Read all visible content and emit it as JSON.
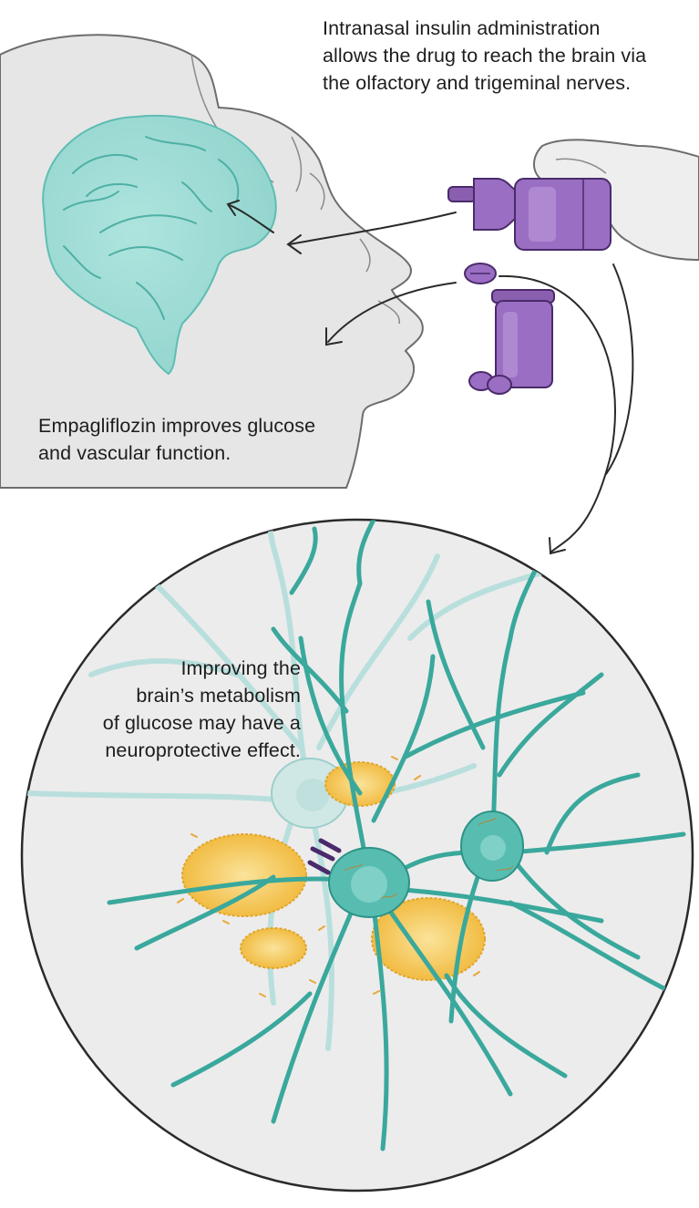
{
  "captions": {
    "insulin": {
      "line1": "Intranasal insulin administration",
      "line2": "allows the drug to reach the brain via",
      "line3": "the olfactory and trigeminal nerves."
    },
    "empagliflozin": {
      "line1": "Empagliflozin improves glucose",
      "line2": "and vascular function."
    },
    "neuro": {
      "line1": "Improving the",
      "line2": "brain’s metabolism",
      "line3": "of glucose may have a",
      "line4": "neuroprotective effect."
    }
  },
  "colors": {
    "brain": "#9fdcd6",
    "neuron": "#3aa89c",
    "neuron_dark": "#1f7d73",
    "ghost_neuron": "#b7dede",
    "plaque": "#f3c24d",
    "drug": "#8a5fb0",
    "drug_dark": "#4a2a6b",
    "skin": "#e4e4e4",
    "outline": "#6d6d6d"
  }
}
